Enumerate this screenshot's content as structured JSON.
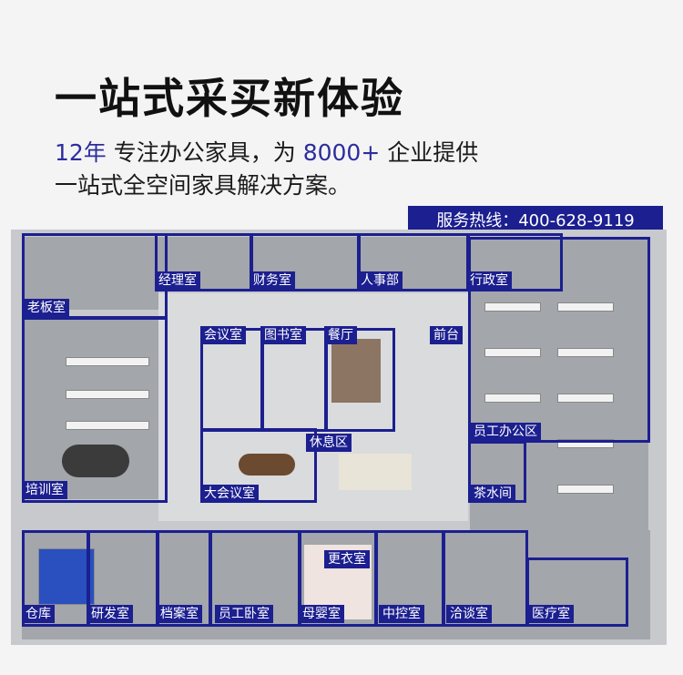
{
  "headline": "一站式采买新体验",
  "subtitle": {
    "years": "12年",
    "part1": " 专注办公家具，为 ",
    "clients": "8000+",
    "part2": " 企业提供",
    "line2": "一站式全空间家具解决方案。"
  },
  "hotline": "服务热线：400-628-9119",
  "rooms": {
    "boss": "老板室",
    "manager": "经理室",
    "finance": "财务室",
    "hr": "人事部",
    "admin": "行政室",
    "meeting": "会议室",
    "library": "图书室",
    "dining": "餐厅",
    "reception": "前台",
    "staff": "员工办公区",
    "rest": "休息区",
    "training": "培训室",
    "big_meeting": "大会议室",
    "tea": "茶水间",
    "changing": "更衣室",
    "warehouse": "仓库",
    "rnd": "研发室",
    "archive": "档案室",
    "dorm": "员工卧室",
    "nursing": "母婴室",
    "control": "中控室",
    "negotiation": "洽谈室",
    "medical": "医疗室"
  },
  "colors": {
    "accent": "#1c1f8f",
    "highlight": "#2c2e9c"
  }
}
